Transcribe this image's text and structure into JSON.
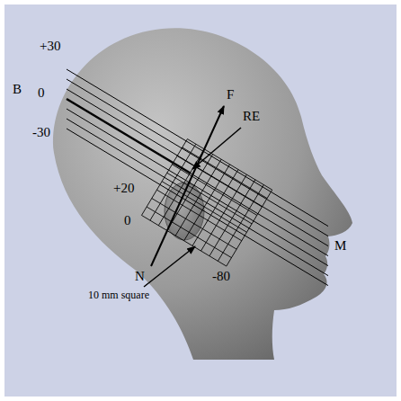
{
  "diagram": {
    "labels": [
      "+30",
      "B",
      "0",
      "-30",
      "F",
      "RE",
      "+20",
      "0",
      "N",
      "-80",
      "M",
      "10 mm square"
    ]
  }
}
